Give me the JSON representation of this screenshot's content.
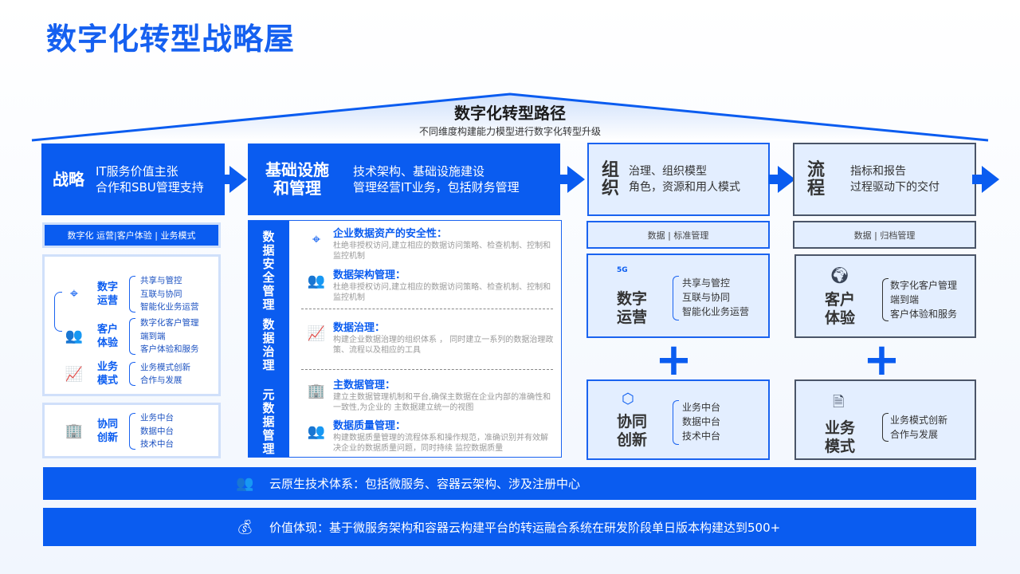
{
  "title": "数字化转型战略屋",
  "roof": {
    "title": "数字化转型路径",
    "subtitle": "不同维度构建能力模型进行数字化转型升级"
  },
  "pillars": [
    {
      "key": "战略",
      "desc": [
        "IT服务价值主张",
        "合作和SBU管理支持"
      ]
    },
    {
      "key": "基础设施和管理",
      "desc": [
        "技术架构、基础设施建设",
        "管理经营IT业务，包括财务管理"
      ]
    },
    {
      "key": "组织",
      "desc": [
        "治理、组织模型",
        "角色，资源和用人模式"
      ]
    },
    {
      "key": "流程",
      "desc": [
        "指标和报告",
        "过程驱动下的交付"
      ]
    }
  ],
  "strategy": {
    "banner": "数字化  运营|客户体验 | 业务模式",
    "groups": [
      {
        "label": "数字运营",
        "icon": "target-icon",
        "items": [
          "共享与管控",
          "互联与协同",
          "智能化业务运营"
        ]
      },
      {
        "label": "客户体验",
        "icon": "users-icon",
        "items": [
          "数字化客户管理",
          "端到端",
          "客户体验和服务"
        ]
      },
      {
        "label": "业务模式",
        "icon": "chart-monitor-icon",
        "items": [
          "业务模式创新",
          "合作与发展"
        ]
      },
      {
        "label": "协同创新",
        "icon": "building-icon",
        "items": [
          "业务中台",
          "数据中台",
          "技术中台"
        ]
      }
    ]
  },
  "infra": {
    "side": [
      "数据安全管理",
      "数据治理",
      "元数据管理"
    ],
    "sections": [
      {
        "title": "企业数据资产的安全性：",
        "icon": "target-icon",
        "text": "杜绝非授权访问,建立相应的数据访问策略、检查机制、控制和监控机制"
      },
      {
        "title": "数据架构管理：",
        "icon": "users-icon",
        "text": "杜绝非授权访问,建立相应的数据访问策略、检查机制、控制和监控机制"
      },
      {
        "title": "数据治理：",
        "icon": "chart-monitor-icon",
        "text": "构建企业数据治理的组织体系 ，  同时建立一系列的数据治理政策、流程以及相应的工具"
      },
      {
        "title": "主数据管理：",
        "icon": "building-icon",
        "text": "建立主数据管理机制和平台,确保主数据在企业内部的准确性和一致性,为企业的 主数据建立统一的视图"
      },
      {
        "title": "数据质量管理：",
        "icon": "users-icon",
        "text": "构建数据质量管理的流程体系和操作规范，准确识别并有效解决企业的数据质量问题，同时持续 监控数据质量"
      }
    ]
  },
  "org": {
    "banner": "数据 | 标准管理",
    "top": {
      "label": "数字运营",
      "icon_text": "5G",
      "items": [
        "共享与管控",
        "互联与协同",
        "智能化业务运营"
      ]
    },
    "bottom": {
      "label": "协同创新",
      "items": [
        "业务中台",
        "数据中台",
        "技术中台"
      ]
    },
    "plus": "+"
  },
  "process": {
    "banner": "数据  | 归档管理",
    "top": {
      "label": "客户体验",
      "items": [
        "数字化客户管理",
        "端到端",
        "客户体验和服务"
      ]
    },
    "bottom": {
      "label": "业务模式",
      "items": [
        "业务模式创新",
        "合作与发展"
      ]
    },
    "plus": "+"
  },
  "bars": {
    "cloud": "云原生技术体系：包括微服务、容器云架构、涉及注册中心",
    "value": "价值体现：基于微服务架构和容器云构建平台的转运融合系统在研发阶段单日版本构建达到500+"
  },
  "colors": {
    "primary": "#0a5cf0",
    "light": "#e3eeff",
    "dark": "#4a5568"
  }
}
